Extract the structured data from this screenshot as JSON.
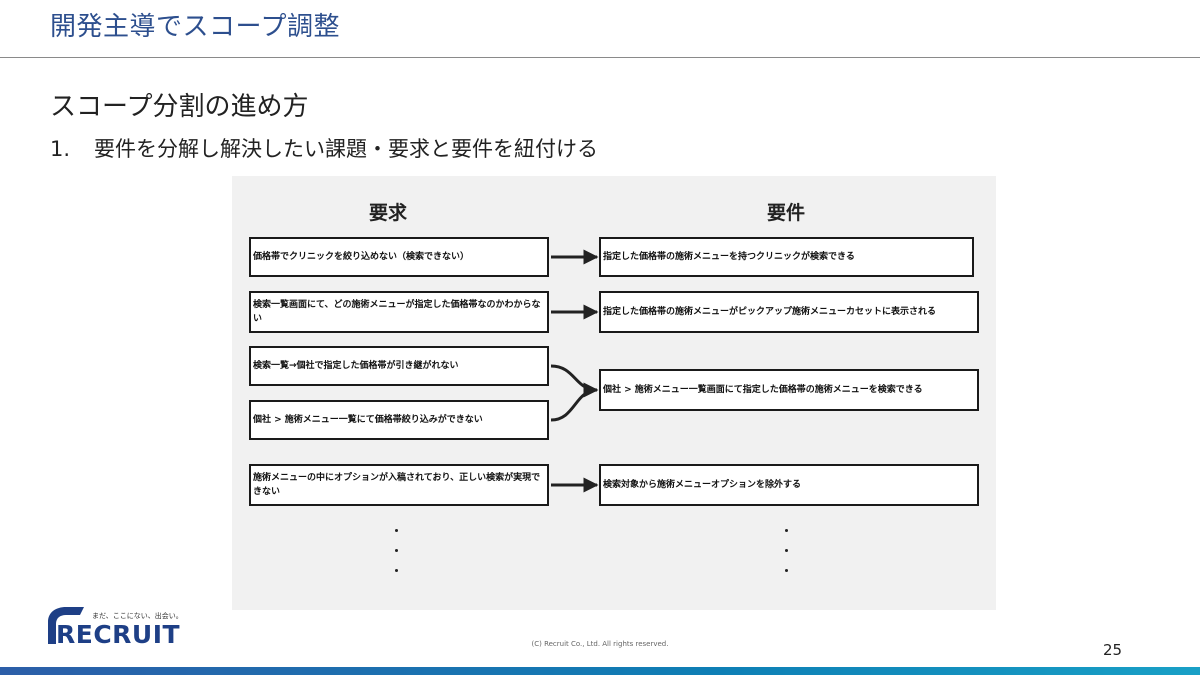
{
  "slide": {
    "title": "開発主導でスコープ調整",
    "section_heading": "スコープ分割の進め方",
    "step_number": "1.",
    "step_text": "要件を分解し解決したい課題・要求と要件を紐付ける",
    "page_number": "25",
    "copyright": "(C) Recruit Co., Ltd. All rights reserved."
  },
  "diagram": {
    "left_heading": "要求",
    "right_heading": "要件",
    "requests": [
      "価格帯でクリニックを絞り込めない（検索できない）",
      "検索一覧画面にて、どの施術メニューが指定した価格帯なのかわからない",
      "検索一覧→個社で指定した価格帯が引き継がれない",
      "個社 > 施術メニュー一覧にて価格帯絞り込みができない",
      "施術メニューの中にオプションが入稿されており、正しい検索が実現できない"
    ],
    "requirements": [
      "指定した価格帯の施術メニューを持つクリニックが検索できる",
      "指定した価格帯の施術メニューがピックアップ施術メニューカセットに表示される",
      "個社 > 施術メニュー一覧画面にて指定した価格帯の施術メニューを検索できる",
      "検索対象から施術メニューオプションを除外する"
    ]
  },
  "logo": {
    "tagline": "まだ、ここにない、出会い。",
    "wordmark": "RECRUIT",
    "color": "#1e3f86"
  },
  "colors": {
    "title": "#2d4f8e",
    "diagram_bg": "#f1f1f1",
    "bottom_bar": "#1a6fb0"
  }
}
